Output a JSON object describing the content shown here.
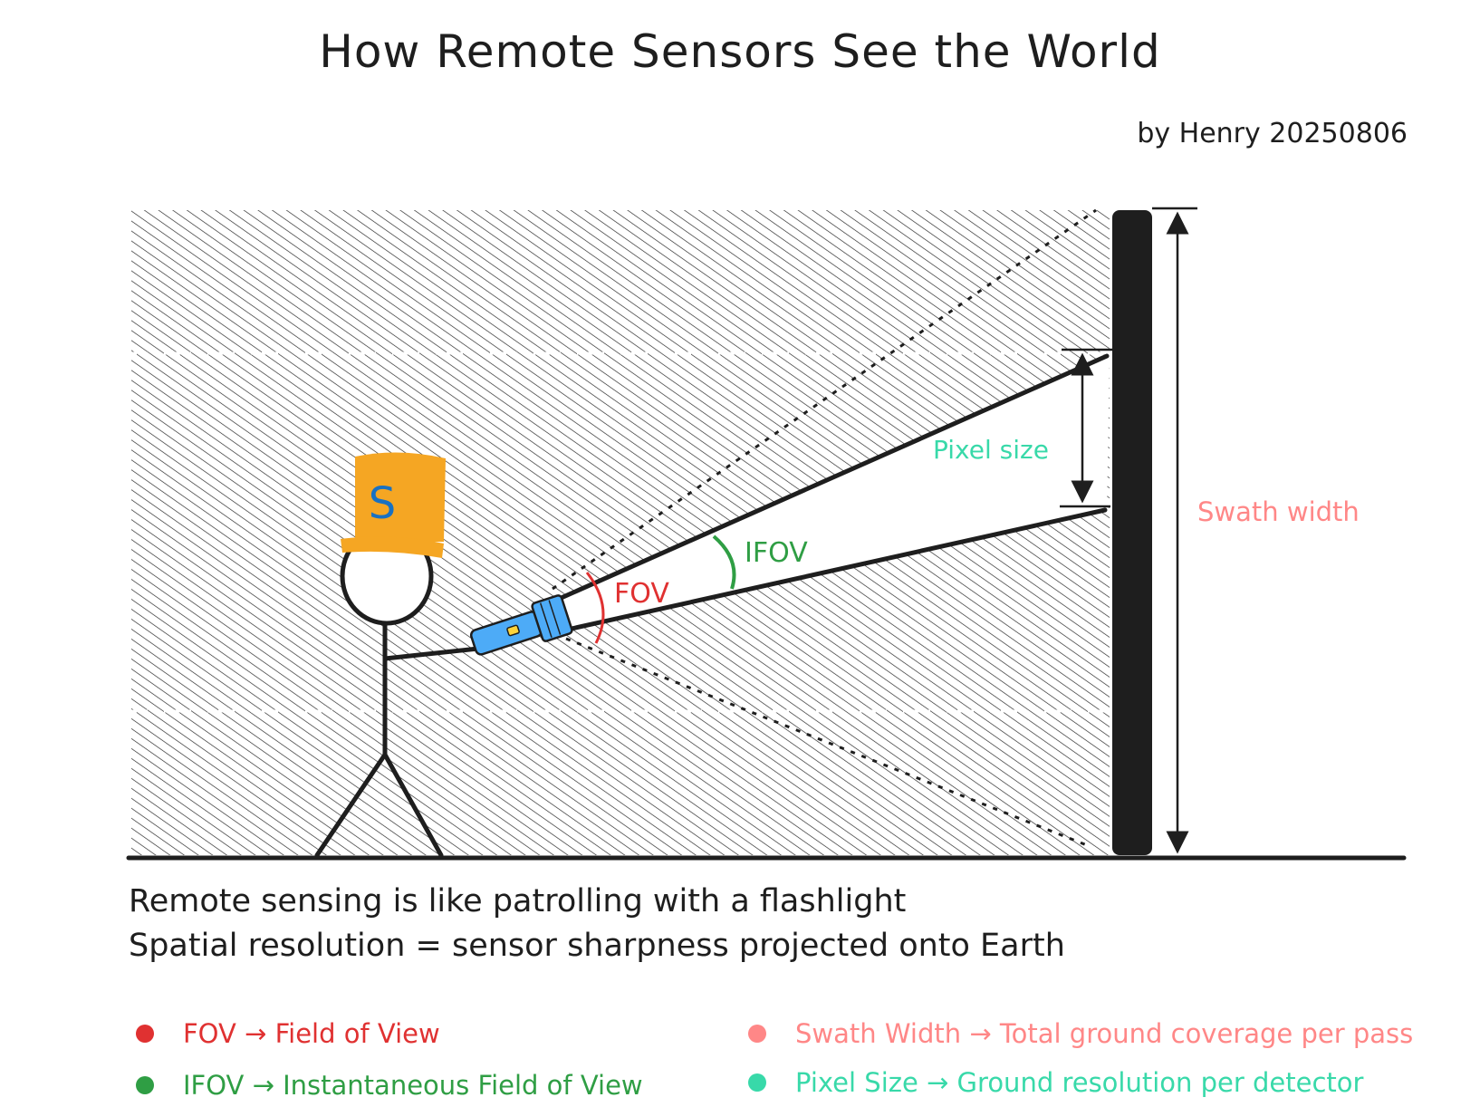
{
  "title": "How Remote Sensors See the World",
  "byline": "by Henry 20250806",
  "hat_letter": "S",
  "labels": {
    "fov": "FOV",
    "ifov": "IFOV",
    "pixel_size": "Pixel size",
    "swath_width": "Swath width"
  },
  "caption": {
    "line1": "Remote sensing is like patrolling with a flashlight",
    "line2": "Spatial resolution = sensor sharpness projected onto Earth"
  },
  "legend": [
    {
      "text": "FOV → Field of View",
      "color": "#e03131"
    },
    {
      "text": "IFOV → Instantaneous Field of View",
      "color": "#2f9e44"
    },
    {
      "text": "Swath Width → Total ground coverage per pass",
      "color": "#ff8787"
    },
    {
      "text": "Pixel Size → Ground resolution per detector",
      "color": "#38d9a9"
    }
  ],
  "colors": {
    "fov": "#e03131",
    "ifov": "#2f9e44",
    "swath": "#ff8787",
    "pixel": "#38d9a9",
    "hat": "#f5a623",
    "flashlight": "#4dabf7"
  }
}
